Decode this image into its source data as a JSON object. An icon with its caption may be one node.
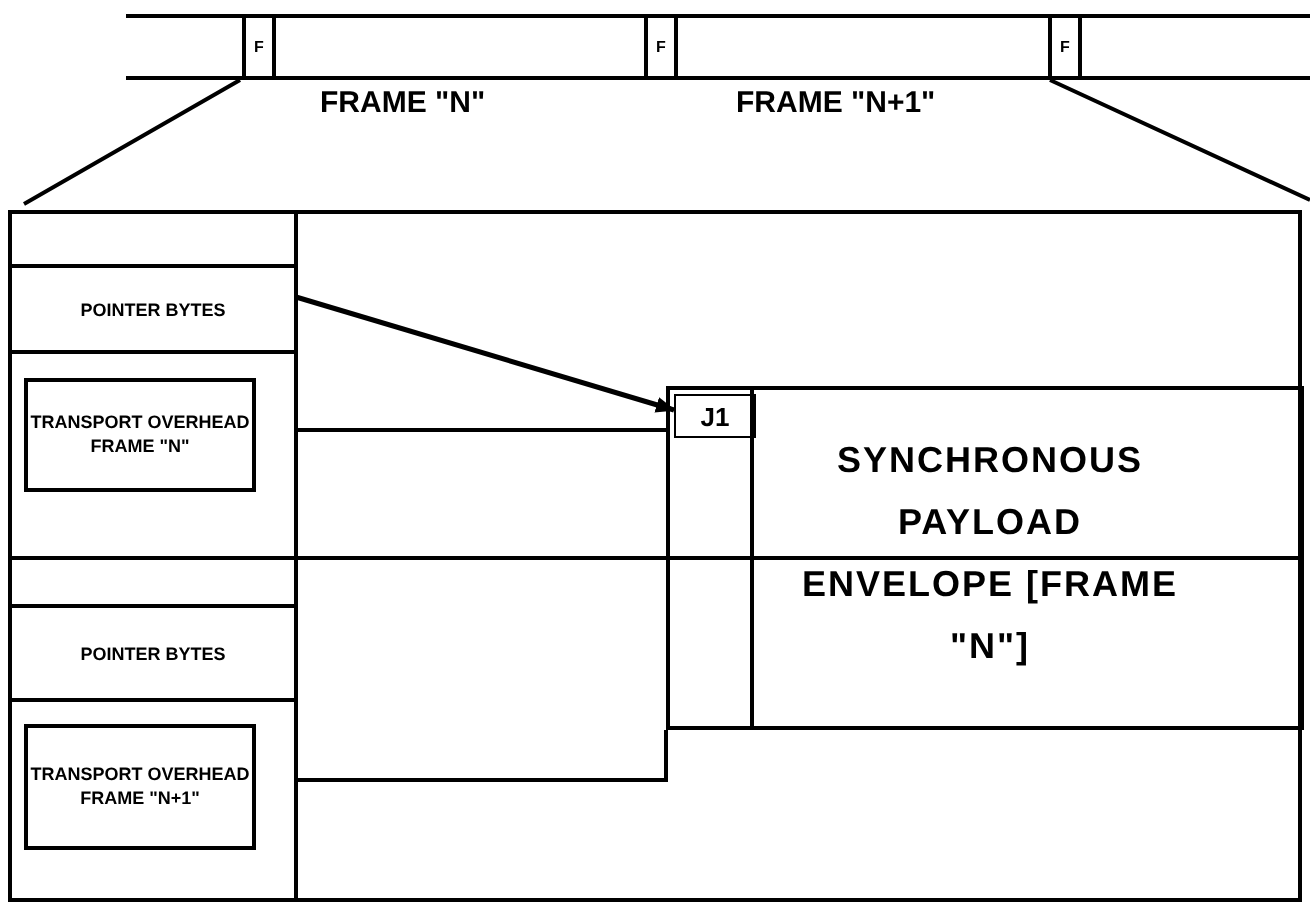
{
  "diagram": {
    "nodes": [
      {
        "text": [
          "F"
        ]
      },
      {
        "text": [
          "F"
        ]
      },
      {
        "text": [
          "F"
        ]
      },
      {
        "text": [
          "POINTER BYTES"
        ]
      },
      {
        "text": [
          "TRANSPORT OVERHEAD FRAME \"N\""
        ]
      },
      {
        "text": [
          "POINTER BYTES"
        ]
      },
      {
        "text": [
          "TRANSPORT OVERHEAD FRAME \"N+1\""
        ]
      },
      {
        "text": [
          "SYNCHRONOUS PAYLOAD ENVELOPE [FRAME \"N\"]"
        ]
      },
      {
        "text": [
          "J1"
        ],
        "in": 7
      }
    ],
    "edges": [
      {
        "from": 3,
        "to": 8,
        "arrow": "to"
      }
    ],
    "labels": [
      "FRAME \"N\"",
      "FRAME \"N+1\""
    ]
  }
}
